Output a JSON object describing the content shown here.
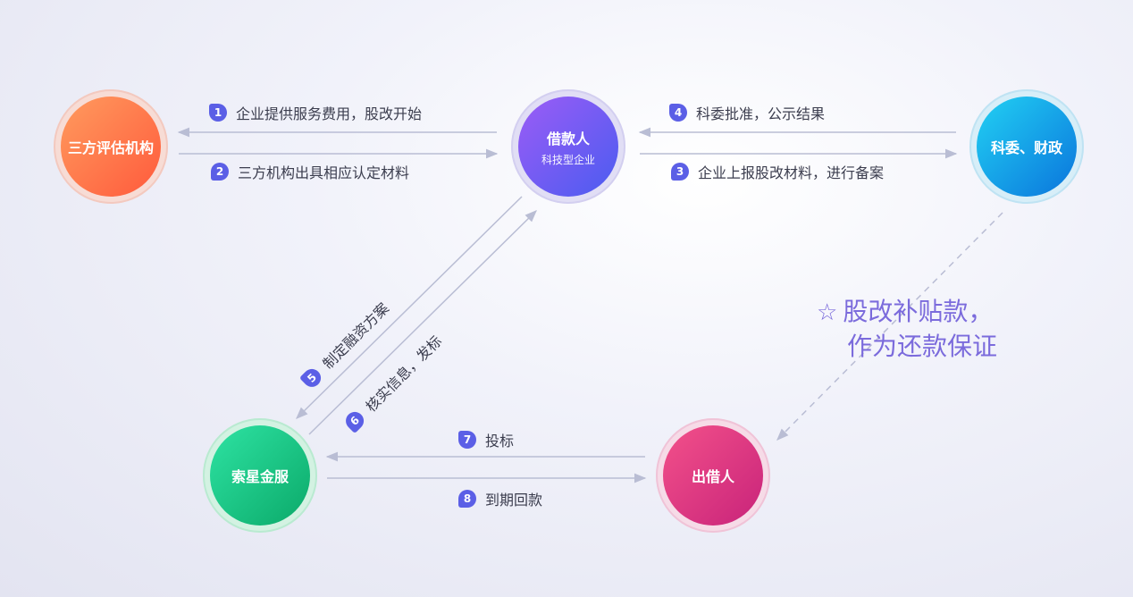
{
  "nodes": {
    "evaluator": {
      "title": "三方评估机构"
    },
    "borrower": {
      "title": "借款人",
      "subtitle": "科技型企业"
    },
    "committee": {
      "title": "科委、财政"
    },
    "platform": {
      "title": "索星金服"
    },
    "lender": {
      "title": "出借人"
    }
  },
  "flows": [
    {
      "step": "1",
      "label": "企业提供服务费用，股改开始"
    },
    {
      "step": "2",
      "label": "三方机构出具相应认定材料"
    },
    {
      "step": "3",
      "label": "企业上报股改材料，进行备案"
    },
    {
      "step": "4",
      "label": "科委批准，公示结果"
    },
    {
      "step": "5",
      "label": "制定融资方案"
    },
    {
      "step": "6",
      "label": "核实信息，发标"
    },
    {
      "step": "7",
      "label": "投标"
    },
    {
      "step": "8",
      "label": "到期回款"
    }
  ],
  "note": {
    "icon": "star-outline-icon",
    "line1": "股改补贴款，",
    "line2": "作为还款保证"
  },
  "colors": {
    "badge": "#5b5fe6",
    "arrow": "#b9bdd4",
    "note": "#7b6bdc"
  }
}
